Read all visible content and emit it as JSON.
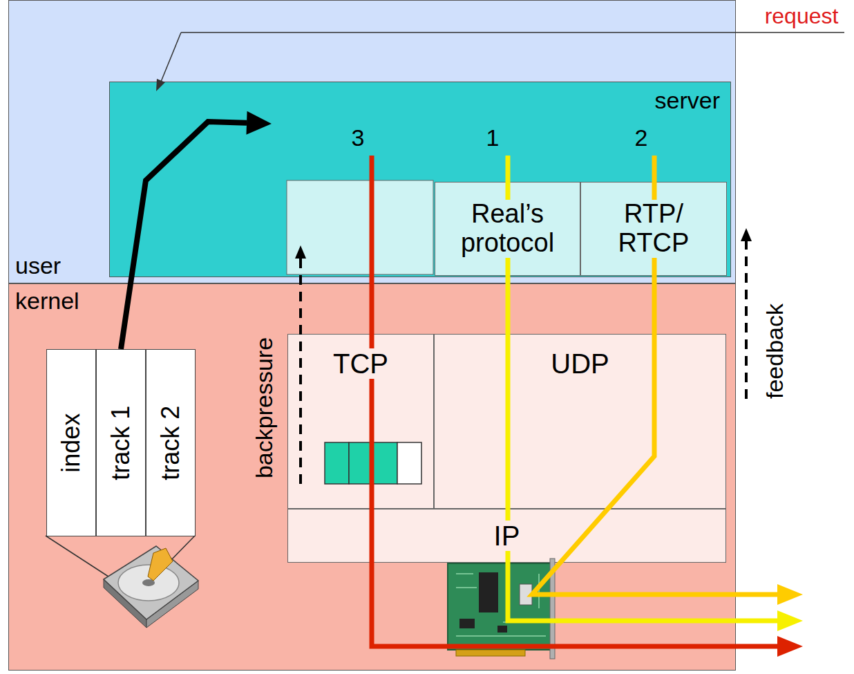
{
  "diagram": {
    "nodes": [
      {
        "text": [
          "user"
        ]
      },
      {
        "text": [
          "server"
        ],
        "in": 0
      },
      {
        "text": [
          "Real’s protocol"
        ],
        "in": 1
      },
      {
        "text": [
          "RTP/ RTCP"
        ],
        "in": 1
      },
      {
        "text": [
          "kernel"
        ]
      },
      {
        "text": [
          "index"
        ],
        "in": 4
      },
      {
        "text": [
          "track 1"
        ],
        "in": 4
      },
      {
        "text": [
          "track 2"
        ],
        "in": 4
      },
      {
        "text": [
          "TCP"
        ],
        "in": 4
      },
      {
        "text": [
          "UDP"
        ],
        "in": 4
      },
      {
        "text": [
          "IP"
        ],
        "in": 4
      }
    ],
    "edges": [
      {
        "from": 6,
        "to": 1,
        "arrow": "to"
      }
    ],
    "labels": [
      "request",
      "3",
      "1",
      "2",
      "backpressure",
      "feedback"
    ]
  }
}
